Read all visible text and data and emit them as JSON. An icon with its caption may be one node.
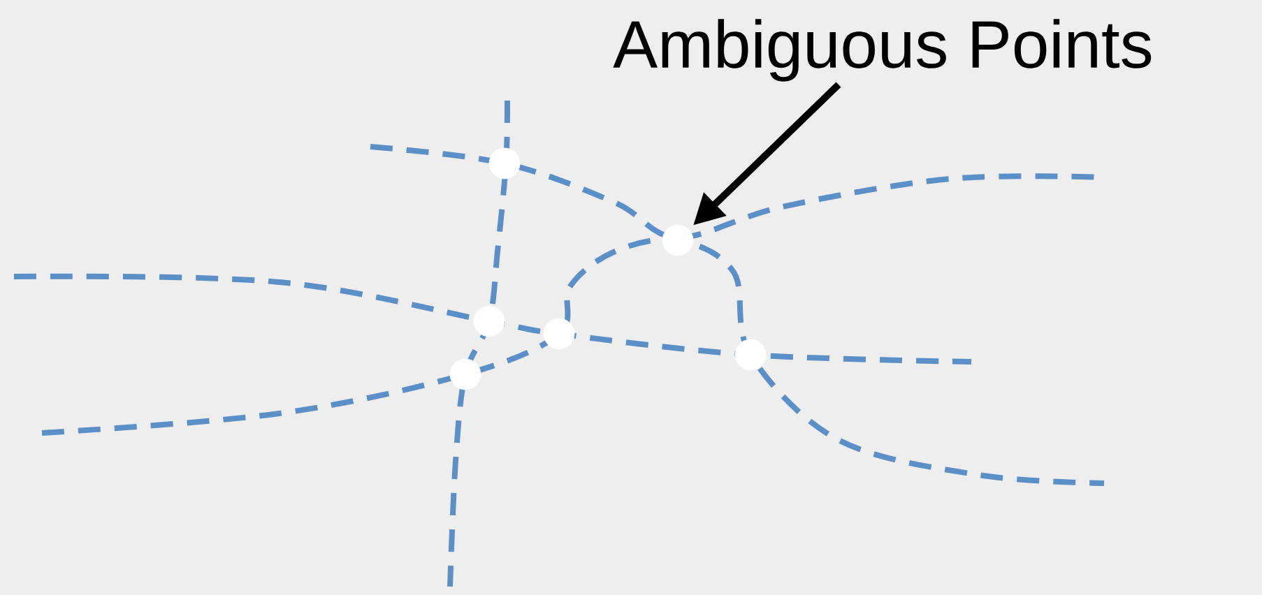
{
  "diagram": {
    "nodes": [
      {
        "text": [
          "Ambiguous Points"
        ]
      },
      {
        "text": [],
        "shape": "circle"
      },
      {
        "text": [],
        "shape": "circle"
      },
      {
        "text": [],
        "shape": "circle"
      },
      {
        "text": [],
        "shape": "circle"
      },
      {
        "text": [],
        "shape": "circle"
      },
      {
        "text": [],
        "shape": "circle"
      }
    ],
    "edges": [
      {
        "from": 0,
        "to": 5,
        "arrow": "to"
      }
    ]
  }
}
